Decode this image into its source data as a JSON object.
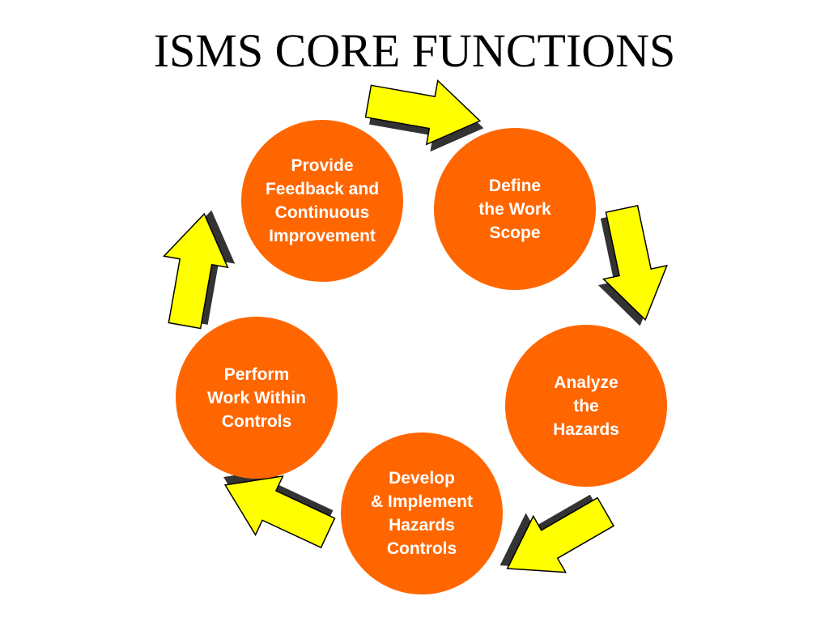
{
  "title": "ISMS CORE FUNCTIONS",
  "steps": [
    {
      "id": "feedback",
      "label": "Provide\nFeedback and\nContinuous\nImprovement"
    },
    {
      "id": "define",
      "label": "Define\nthe Work\nScope"
    },
    {
      "id": "analyze",
      "label": "Analyze\nthe\nHazards"
    },
    {
      "id": "develop",
      "label": "Develop\n& Implement\nHazards\nControls"
    },
    {
      "id": "perform",
      "label": "Perform\nWork Within\nControls"
    }
  ],
  "colors": {
    "circle": "#ff6600",
    "circle_text": "#ffffff",
    "arrow_fill": "#ffff00",
    "arrow_shadow": "#333333",
    "arrow_outline": "#000000"
  }
}
